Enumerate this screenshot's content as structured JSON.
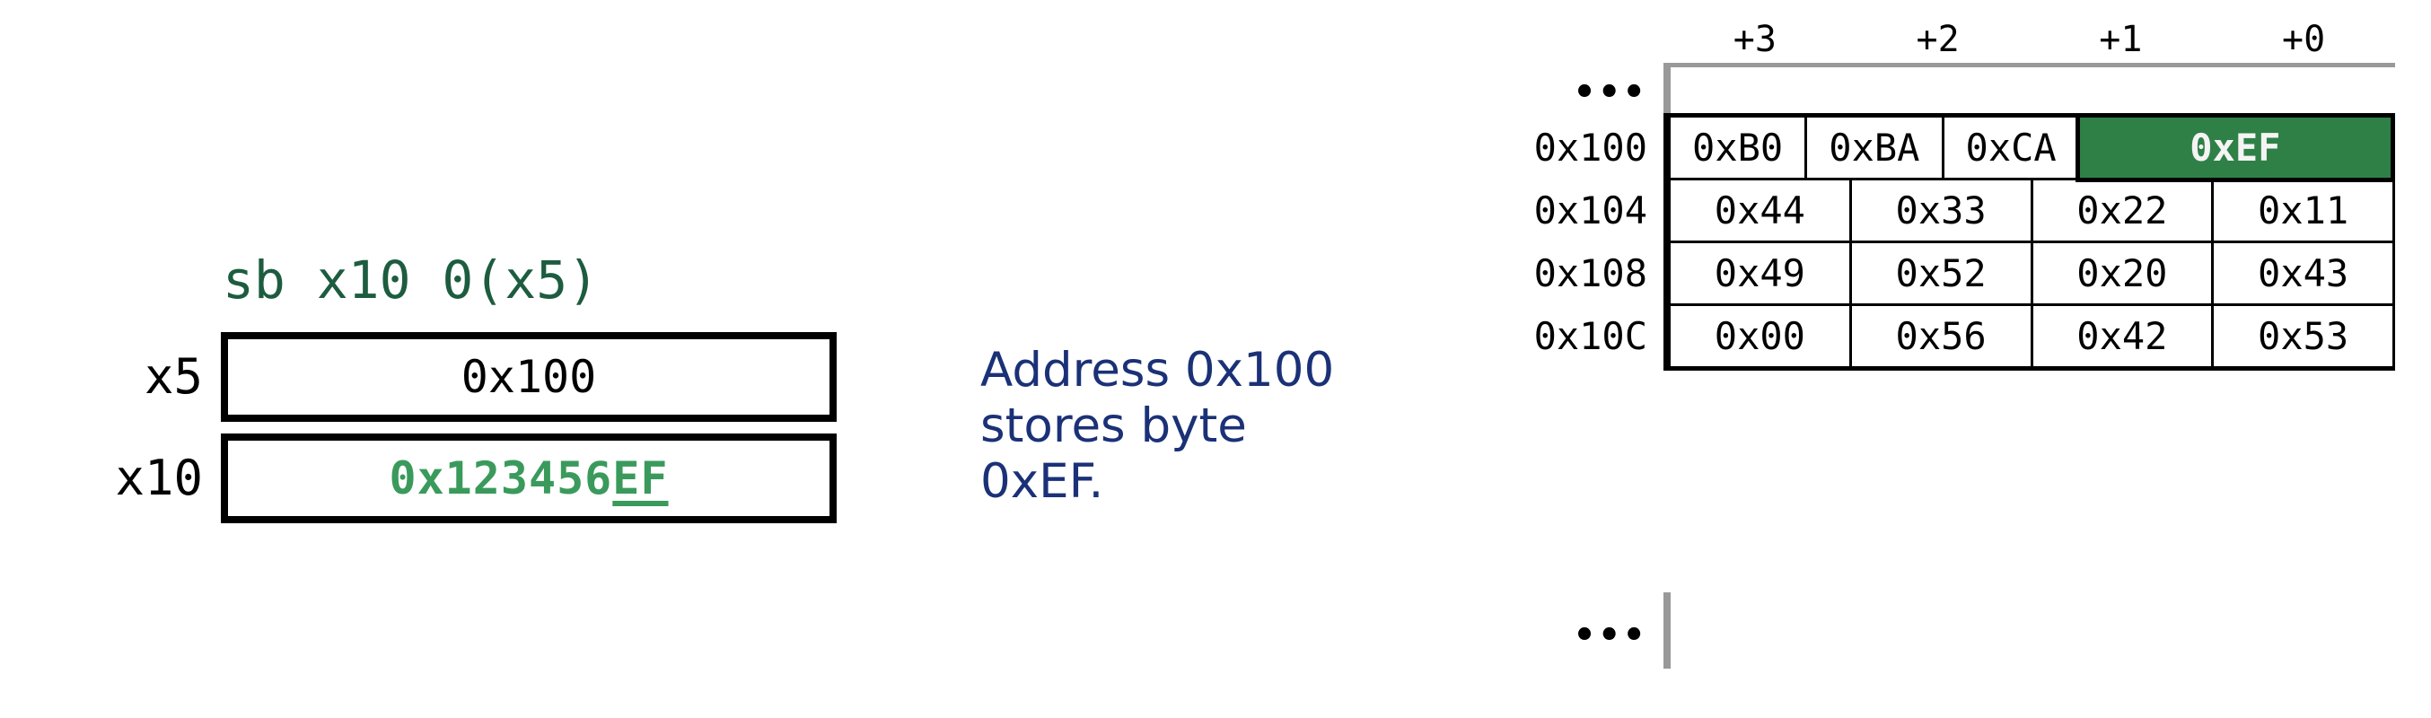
{
  "instruction": {
    "text": "sb x10 0(x5)",
    "color": "#1d5c3f"
  },
  "registers": [
    {
      "name": "x5",
      "label": "x5",
      "value": "0x100",
      "style": "plain"
    },
    {
      "name": "x10",
      "label": "x10",
      "value_prefix": "0x123456",
      "value_underlined": "EF",
      "style": "accent"
    }
  ],
  "annotation": {
    "text": "Address 0x100 stores byte 0xEF.",
    "color": "#1b3177"
  },
  "memory": {
    "column_headers": [
      "+3",
      "+2",
      "+1",
      "+0"
    ],
    "ellipsis_top": "•••",
    "ellipsis_bottom": "•••",
    "rows": [
      {
        "address": "0x100",
        "cells": [
          "0xB0",
          "0xBA",
          "0xCA",
          "0xEF"
        ],
        "highlight_index": 3
      },
      {
        "address": "0x104",
        "cells": [
          "0x44",
          "0x33",
          "0x22",
          "0x11"
        ],
        "highlight_index": -1
      },
      {
        "address": "0x108",
        "cells": [
          "0x49",
          "0x52",
          "0x20",
          "0x43"
        ],
        "highlight_index": -1
      },
      {
        "address": "0x10C",
        "cells": [
          "0x00",
          "0x56",
          "0x42",
          "0x53"
        ],
        "highlight_index": -1
      }
    ],
    "highlight_color": "#2f8047",
    "highlight_text_color": "#f4f4f4"
  }
}
